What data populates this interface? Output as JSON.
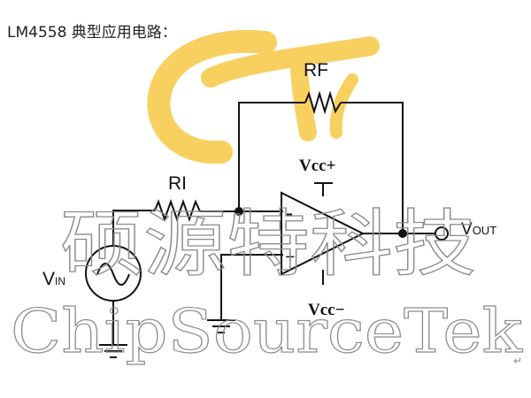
{
  "heading": "LM4558 典型应用电路：",
  "labels": {
    "rf": "RF",
    "ri": "RI",
    "vcc_pos": "Vcc+",
    "vcc_neg": "Vcc−",
    "vin_v": "V",
    "vin_sub": "IN",
    "vout_v": "V",
    "vout_sub": "OUT",
    "minus": "-",
    "plus": "+"
  },
  "watermark": {
    "chinese": "硕源特科技",
    "english": "ChipSourceTek"
  },
  "return_mark": "↵",
  "colors": {
    "logo": "#f6c845",
    "wire": "#111111",
    "watermark": "#8c8c8c"
  }
}
